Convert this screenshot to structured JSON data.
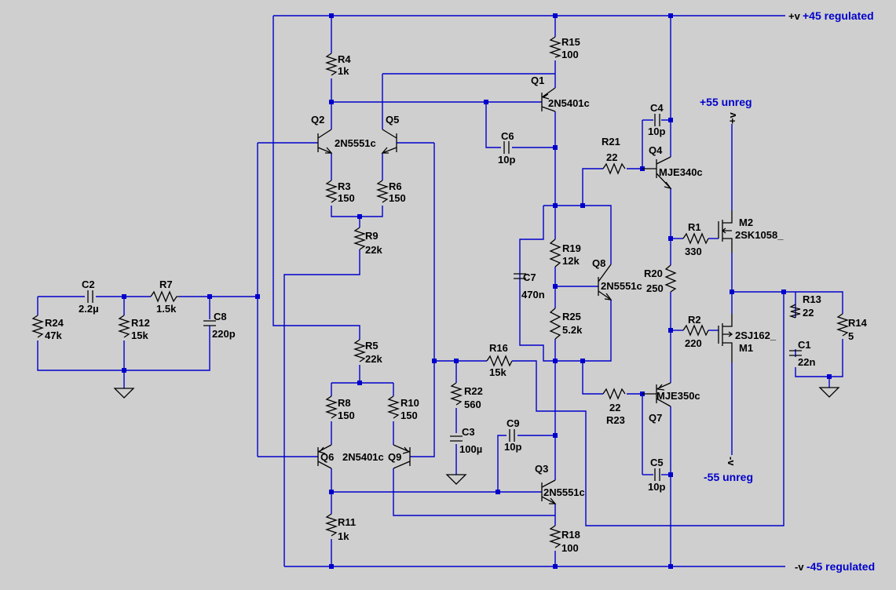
{
  "nets": {
    "vpos_reg_prefix": "+v",
    "vpos_reg": "+45 regulated",
    "vneg_reg_prefix": "-v",
    "vneg_reg": "-45 regulated",
    "vpos_unreg": "+55 unreg",
    "vneg_unreg": "-55 unreg",
    "vpos_short": "+v",
    "vneg_short": "-v"
  },
  "resistors": [
    {
      "ref": "R4",
      "value": "1k"
    },
    {
      "ref": "R15",
      "value": "100"
    },
    {
      "ref": "R3",
      "value": "150"
    },
    {
      "ref": "R6",
      "value": "150"
    },
    {
      "ref": "R9",
      "value": "22k"
    },
    {
      "ref": "R5",
      "value": "22k"
    },
    {
      "ref": "R8",
      "value": "150"
    },
    {
      "ref": "R10",
      "value": "150"
    },
    {
      "ref": "R11",
      "value": "1k"
    },
    {
      "ref": "R18",
      "value": "100"
    },
    {
      "ref": "R24",
      "value": "47k"
    },
    {
      "ref": "R12",
      "value": "15k"
    },
    {
      "ref": "R7",
      "value": "1.5k"
    },
    {
      "ref": "R16",
      "value": "15k"
    },
    {
      "ref": "R22",
      "value": "560"
    },
    {
      "ref": "R19",
      "value": "12k"
    },
    {
      "ref": "R25",
      "value": "5.2k"
    },
    {
      "ref": "R21",
      "value": "22"
    },
    {
      "ref": "R23",
      "value": "22"
    },
    {
      "ref": "R1",
      "value": "330"
    },
    {
      "ref": "R2",
      "value": "220"
    },
    {
      "ref": "R20",
      "value": "250"
    },
    {
      "ref": "R13",
      "value": "22"
    },
    {
      "ref": "R14",
      "value": "5"
    }
  ],
  "capacitors": [
    {
      "ref": "C2",
      "value": "2.2µ"
    },
    {
      "ref": "C8",
      "value": "220p"
    },
    {
      "ref": "C6",
      "value": "10p"
    },
    {
      "ref": "C7",
      "value": "470n"
    },
    {
      "ref": "C3",
      "value": "100µ"
    },
    {
      "ref": "C9",
      "value": "10p"
    },
    {
      "ref": "C4",
      "value": "10p"
    },
    {
      "ref": "C5",
      "value": "10p"
    },
    {
      "ref": "C1",
      "value": "22n"
    }
  ],
  "transistors": [
    {
      "ref": "Q1",
      "model": "2N5401c"
    },
    {
      "ref": "Q2",
      "model": "2N5551c"
    },
    {
      "ref": "Q5",
      "model": ""
    },
    {
      "ref": "Q6",
      "model": "2N5401c"
    },
    {
      "ref": "Q9",
      "model": ""
    },
    {
      "ref": "Q3",
      "model": "2N5551c"
    },
    {
      "ref": "Q8",
      "model": "2N5551c"
    },
    {
      "ref": "Q4",
      "model": "MJE340c"
    },
    {
      "ref": "Q7",
      "model": "MJE350c"
    },
    {
      "ref": "M2",
      "model": "2SK1058_"
    },
    {
      "ref": "M1",
      "model": "2SJ162_"
    }
  ]
}
